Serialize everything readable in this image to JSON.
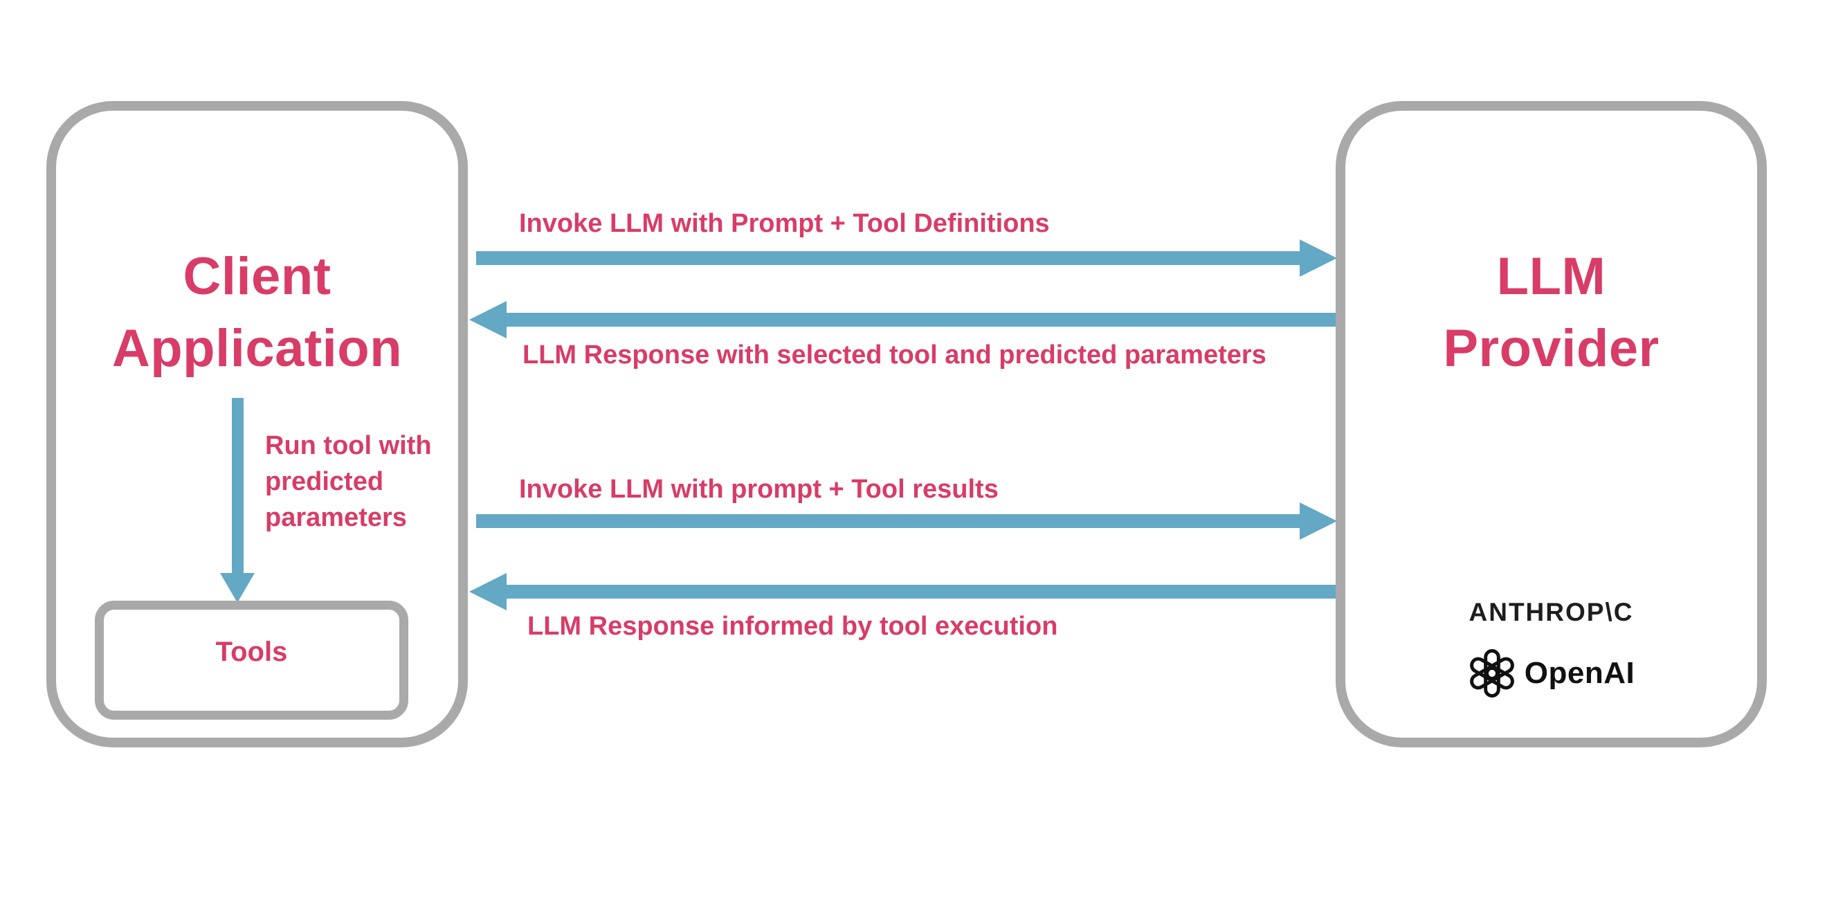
{
  "diagram": {
    "background": "#ffffff",
    "colors": {
      "accent_pink": "#d83c67",
      "arrow_blue": "#63a8c4",
      "border_gray": "#a9a9a9",
      "logo_black": "#1f1d1d"
    }
  },
  "client_box": {
    "title_line1": "Client",
    "title_line2": "Application",
    "internal_arrow_label": "Run tool with predicted parameters",
    "tools_label": "Tools"
  },
  "llm_box": {
    "title_line1": "LLM",
    "title_line2": "Provider",
    "providers": {
      "anthropic_wordmark": "ANTHROP\\C",
      "openai_wordmark": "OpenAI",
      "openai_icon": "openai-hexagonal-knot-logo"
    }
  },
  "arrows": [
    {
      "direction": "right",
      "label": "Invoke LLM with Prompt + Tool Definitions"
    },
    {
      "direction": "left",
      "label": "LLM Response with selected tool and predicted parameters"
    },
    {
      "direction": "right",
      "label": "Invoke LLM with prompt + Tool results"
    },
    {
      "direction": "left",
      "label": "LLM Response informed by tool execution"
    },
    {
      "direction": "down",
      "label": "Run tool with predicted parameters"
    }
  ]
}
